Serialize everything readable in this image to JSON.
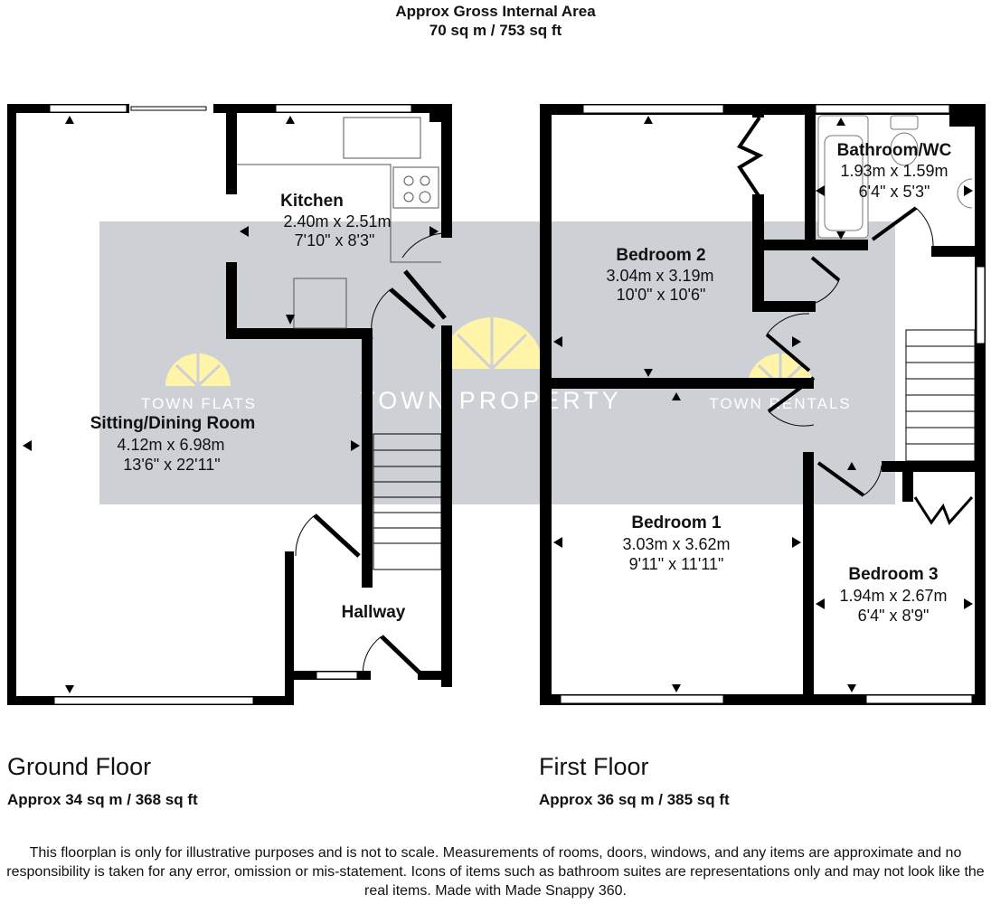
{
  "header": {
    "line1": "Approx Gross Internal Area",
    "line2": "70 sq m / 753 sq ft"
  },
  "watermark": {
    "main": "TOWN PROPERTY",
    "left": "TOWN FLATS",
    "right": "TOWN RENTALS",
    "bg_color": "#cdd1d6",
    "logo_color": "#fff4a8"
  },
  "rooms": {
    "kitchen": {
      "name": "Kitchen",
      "metric": "2.40m x 2.51m",
      "imperial": "7'10\" x 8'3\""
    },
    "sitting": {
      "name": "Sitting/Dining Room",
      "metric": "4.12m x 6.98m",
      "imperial": "13'6\" x 22'11\""
    },
    "hallway": {
      "name": "Hallway"
    },
    "bedroom2": {
      "name": "Bedroom 2",
      "metric": "3.04m x 3.19m",
      "imperial": "10'0\" x 10'6\""
    },
    "bathroom": {
      "name": "Bathroom/WC",
      "metric": "1.93m x 1.59m",
      "imperial": "6'4\" x 5'3\""
    },
    "bedroom1": {
      "name": "Bedroom 1",
      "metric": "3.03m x 3.62m",
      "imperial": "9'11\" x 11'11\""
    },
    "bedroom3": {
      "name": "Bedroom 3",
      "metric": "1.94m x 2.67m",
      "imperial": "6'4\" x 8'9\""
    }
  },
  "floors": {
    "ground": {
      "title": "Ground Floor",
      "area": "Approx 34 sq m / 368 sq ft"
    },
    "first": {
      "title": "First Floor",
      "area": "Approx 36 sq m / 385 sq ft"
    }
  },
  "disclaimer": "This floorplan is only for illustrative purposes and is not to scale. Measurements of rooms, doors, windows, and any items are approximate and no responsibility is taken for any error, omission or mis-statement. Icons of items such as bathroom suites are representations only and may not look like the real items. Made with Made Snappy 360."
}
